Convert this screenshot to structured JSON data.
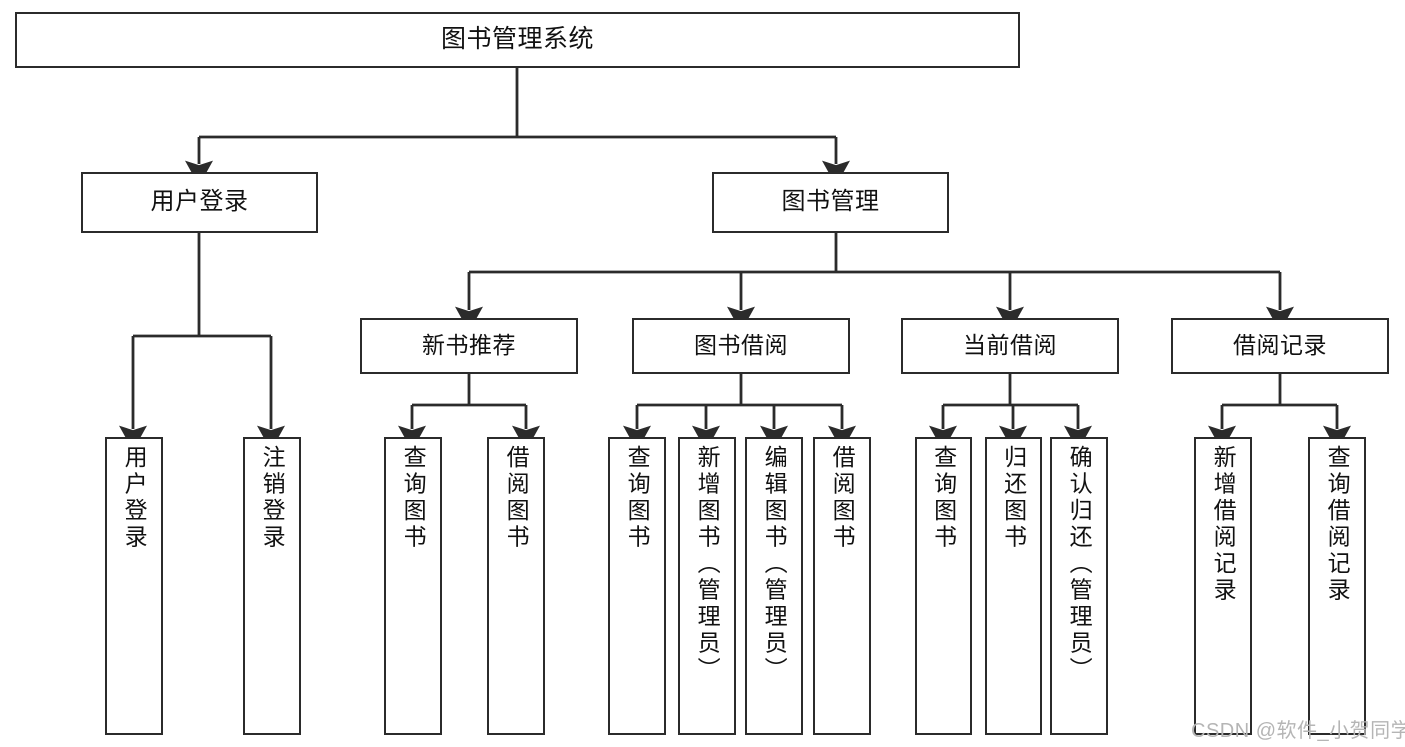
{
  "diagram": {
    "title": "图书管理系统",
    "orientation": "top-down-tree",
    "watermark": "CSDN @软件_小贺同学",
    "colors": {
      "background": "#ffffff",
      "node_border": "#2b2b2b",
      "node_fill": "#ffffff",
      "edge": "#2b2b2b",
      "text": "#111111",
      "watermark": "#b5b5b5"
    },
    "root": {
      "label": "图书管理系统"
    },
    "level2": [
      {
        "label": "用户登录"
      },
      {
        "label": "图书管理"
      }
    ],
    "level3": [
      {
        "label": "新书推荐"
      },
      {
        "label": "图书借阅"
      },
      {
        "label": "当前借阅"
      },
      {
        "label": "借阅记录"
      }
    ],
    "leaves": {
      "user_login": [
        {
          "label": "用户登录"
        },
        {
          "label": "注销登录"
        }
      ],
      "new_book_recommend": [
        {
          "label": "查询图书"
        },
        {
          "label": "借阅图书"
        }
      ],
      "book_borrow": [
        {
          "label": "查询图书"
        },
        {
          "label": "新增图书（管理员）"
        },
        {
          "label": "编辑图书（管理员）"
        },
        {
          "label": "借阅图书"
        }
      ],
      "current_borrow": [
        {
          "label": "查询图书"
        },
        {
          "label": "归还图书"
        },
        {
          "label": "确认归还（管理员）"
        }
      ],
      "borrow_record": [
        {
          "label": "新增借阅记录"
        },
        {
          "label": "查询借阅记录"
        }
      ]
    }
  }
}
